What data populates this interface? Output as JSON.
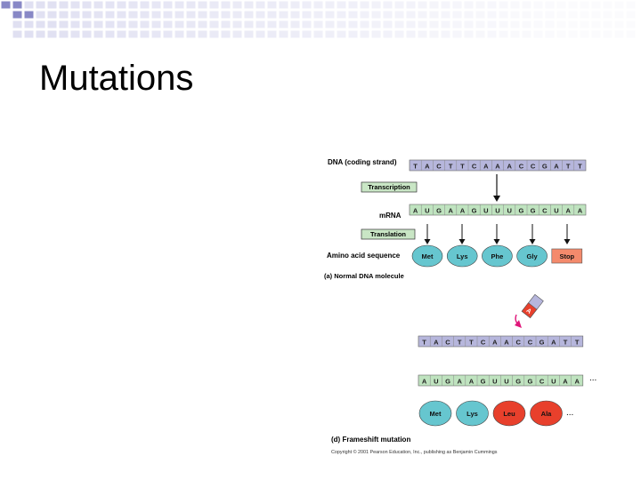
{
  "slide": {
    "title": "Mutations"
  },
  "figure": {
    "normal": {
      "dna_label": "DNA (coding strand)",
      "dna_bases": [
        "T",
        "A",
        "C",
        "T",
        "T",
        "C",
        "A",
        "A",
        "A",
        "C",
        "C",
        "G",
        "A",
        "T",
        "T"
      ],
      "transcription_label": "Transcription",
      "mrna_label": "mRNA",
      "mrna_bases": [
        "A",
        "U",
        "G",
        "A",
        "A",
        "G",
        "U",
        "U",
        "U",
        "G",
        "G",
        "C",
        "U",
        "A",
        "A"
      ],
      "translation_label": "Translation",
      "aa_label": "Amino acid sequence",
      "amino_acids": [
        "Met",
        "Lys",
        "Phe",
        "Gly",
        "Stop"
      ],
      "caption": "(a) Normal DNA molecule"
    },
    "frameshift": {
      "inserted_base": "A",
      "dna_bases": [
        "T",
        "A",
        "C",
        "T",
        "T",
        "C",
        "A",
        "A",
        "C",
        "C",
        "G",
        "A",
        "T",
        "T"
      ],
      "mrna_bases": [
        "A",
        "U",
        "G",
        "A",
        "A",
        "G",
        "U",
        "U",
        "G",
        "G",
        "C",
        "U",
        "A",
        "A"
      ],
      "ellipsis": "...",
      "amino_acids": [
        "Met",
        "Lys",
        "Leu",
        "Ala"
      ],
      "caption": "(d) Frameshift mutation"
    },
    "copyright": "Copyright © 2001 Pearson Education, Inc., publishing as Benjamin Cummings",
    "colors": {
      "dna_strand": "#b6b6dc",
      "mrna_strand": "#bfe3bf",
      "box_label": "#c9e6c5",
      "aa_normal": "#66c6cf",
      "aa_mutant": "#e8402c",
      "stop": "#f48a6c",
      "corner_grid": "#c5c5e6"
    }
  }
}
